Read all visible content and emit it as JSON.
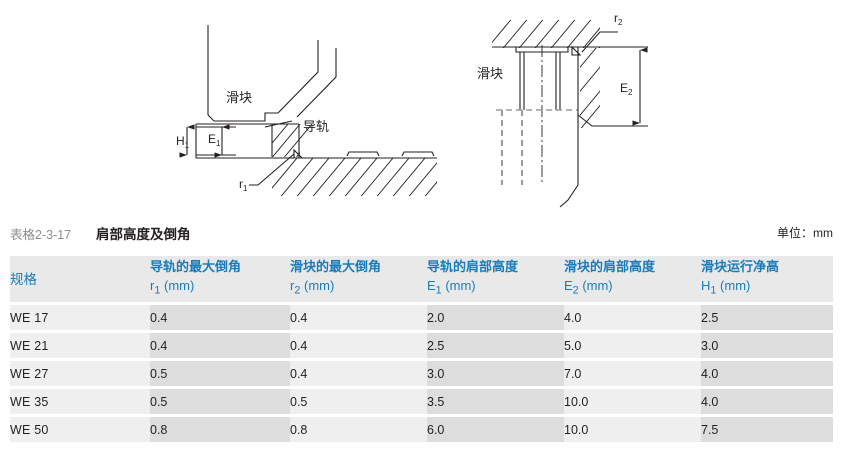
{
  "diagrams": {
    "left": {
      "name": "rail-shoulder-section-diagram",
      "slider_label": "滑块",
      "rail_label": "导轨",
      "dim_h1": "H",
      "dim_h1_sub": "1",
      "dim_e1": "E",
      "dim_e1_sub": "1",
      "radius_r1": "r",
      "radius_r1_sub": "1"
    },
    "right": {
      "name": "block-shoulder-section-diagram",
      "slider_label": "滑块",
      "dim_e2": "E",
      "dim_e2_sub": "2",
      "radius_r2": "r",
      "radius_r2_sub": "2"
    }
  },
  "caption": {
    "number": "表格2-3-17",
    "title": "肩部高度及倒角",
    "unit": "单位：mm"
  },
  "table": {
    "headers": [
      {
        "line1": "规格",
        "sym": "",
        "sub": "",
        "unit": ""
      },
      {
        "line1": "导轨的最大倒角",
        "sym": "r",
        "sub": "1",
        "unit": " (mm)"
      },
      {
        "line1": "滑块的最大倒角",
        "sym": "r",
        "sub": "2",
        "unit": " (mm)"
      },
      {
        "line1": "导轨的肩部高度",
        "sym": "E",
        "sub": "1",
        "unit": " (mm)"
      },
      {
        "line1": "滑块的肩部高度",
        "sym": "E",
        "sub": "2",
        "unit": " (mm)"
      },
      {
        "line1": "滑块运行净高",
        "sym": "H",
        "sub": "1",
        "unit": " (mm)"
      }
    ],
    "rows": [
      {
        "spec": "WE 17",
        "r1": "0.4",
        "r2": "0.4",
        "e1": "2.0",
        "e2": "4.0",
        "h1": "2.5"
      },
      {
        "spec": "WE 21",
        "r1": "0.4",
        "r2": "0.4",
        "e1": "2.5",
        "e2": "5.0",
        "h1": "3.0"
      },
      {
        "spec": "WE 27",
        "r1": "0.5",
        "r2": "0.4",
        "e1": "3.0",
        "e2": "7.0",
        "h1": "4.0"
      },
      {
        "spec": "WE 35",
        "r1": "0.5",
        "r2": "0.5",
        "e1": "3.5",
        "e2": "10.0",
        "h1": "4.0"
      },
      {
        "spec": "WE 50",
        "r1": "0.8",
        "r2": "0.8",
        "e1": "6.0",
        "e2": "10.0",
        "h1": "7.5"
      }
    ]
  },
  "colors": {
    "header_text": "#1a7bb9",
    "header_bg": "#e9e9e9",
    "cell_bg": "#efefef",
    "cell_bg_shaded": "#dddddd",
    "caption_number": "#8d8d8d",
    "body_text": "#231f20"
  }
}
